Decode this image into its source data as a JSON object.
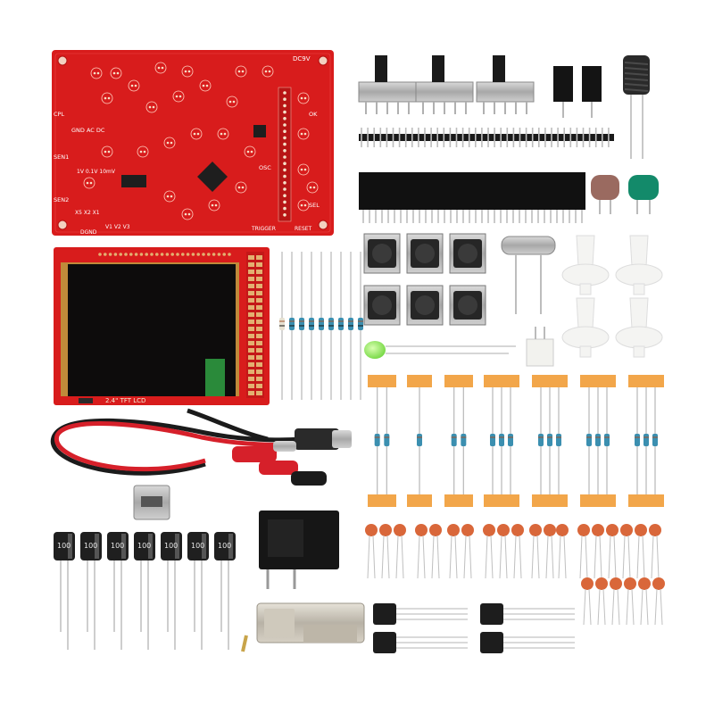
{
  "pcb": {
    "power_label": "DC9V",
    "coupling_labels": "GND AC DC",
    "sensitivity_label": "1V 0.1V 10mV",
    "multiplier_label": "X5 X2 X1",
    "dgnd_label": "DGND",
    "channel_labels": "V1 V2 V3",
    "cpl_label": "CPL",
    "sen1_label": "SEN1",
    "sen2_label": "SEN2",
    "ok_label": "OK",
    "osc_label": "OSC",
    "sel_label": "SEL",
    "reset_label": "RESET",
    "trigger_label": "TRIGGER"
  },
  "lcd": {
    "label": "2.4\" TFT LCD"
  },
  "capacitor": {
    "marking": "100"
  },
  "colors": {
    "pcb": "#d81c1c",
    "lcd_screen": "#0d0c0c",
    "label_tape": "#f2a64a",
    "ceramic_cap": "#d9673a",
    "led": "#8be84b",
    "cable_red": "#d6202a",
    "cable_black": "#1b1b1b",
    "white_parts": "#f4f4f2"
  }
}
